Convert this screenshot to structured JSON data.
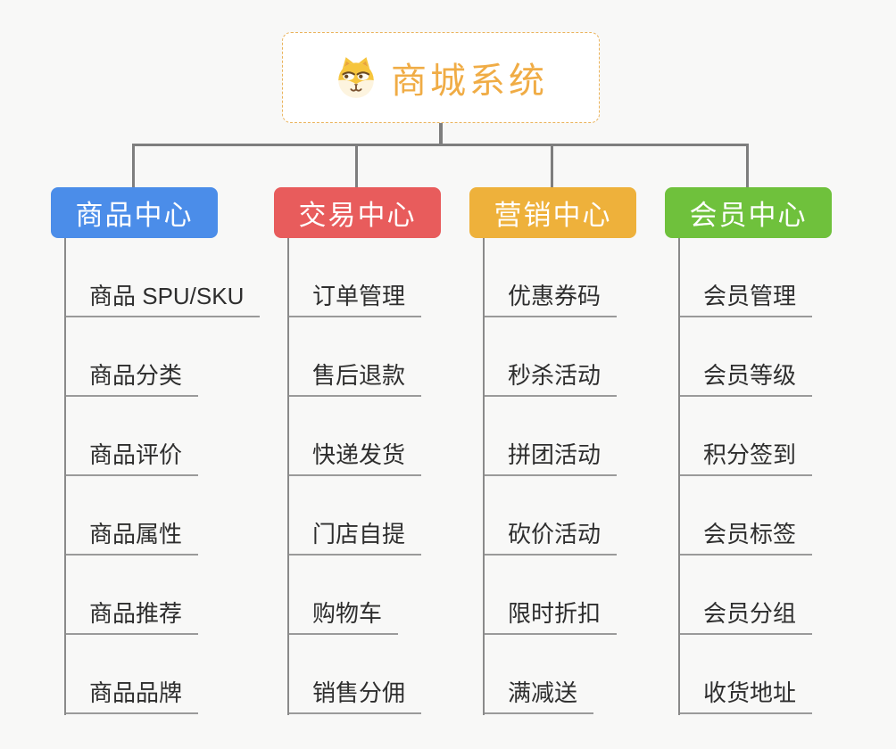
{
  "root": {
    "title": "商城系统",
    "icon": "dog-face-icon"
  },
  "branches": [
    {
      "id": "product-center",
      "label": "商品中心",
      "color": "#4b8de9",
      "children": [
        "商品 SPU/SKU",
        "商品分类",
        "商品评价",
        "商品属性",
        "商品推荐",
        "商品品牌"
      ]
    },
    {
      "id": "trade-center",
      "label": "交易中心",
      "color": "#e85c5c",
      "children": [
        "订单管理",
        "售后退款",
        "快递发货",
        "门店自提",
        "购物车",
        "销售分佣"
      ]
    },
    {
      "id": "marketing-center",
      "label": "营销中心",
      "color": "#eeb13b",
      "children": [
        "优惠券码",
        "秒杀活动",
        "拼团活动",
        "砍价活动",
        "限时折扣",
        "满减送"
      ]
    },
    {
      "id": "member-center",
      "label": "会员中心",
      "color": "#6fc13c",
      "children": [
        "会员管理",
        "会员等级",
        "积分签到",
        "会员标签",
        "会员分组",
        "收货地址"
      ]
    }
  ],
  "colors": {
    "background": "#f8f8f7",
    "connector": "#7e7e7e",
    "underline": "#9a9a9a",
    "root_border": "#eab35b",
    "root_text": "#f0ac45",
    "item_text": "#2e2e2e"
  }
}
